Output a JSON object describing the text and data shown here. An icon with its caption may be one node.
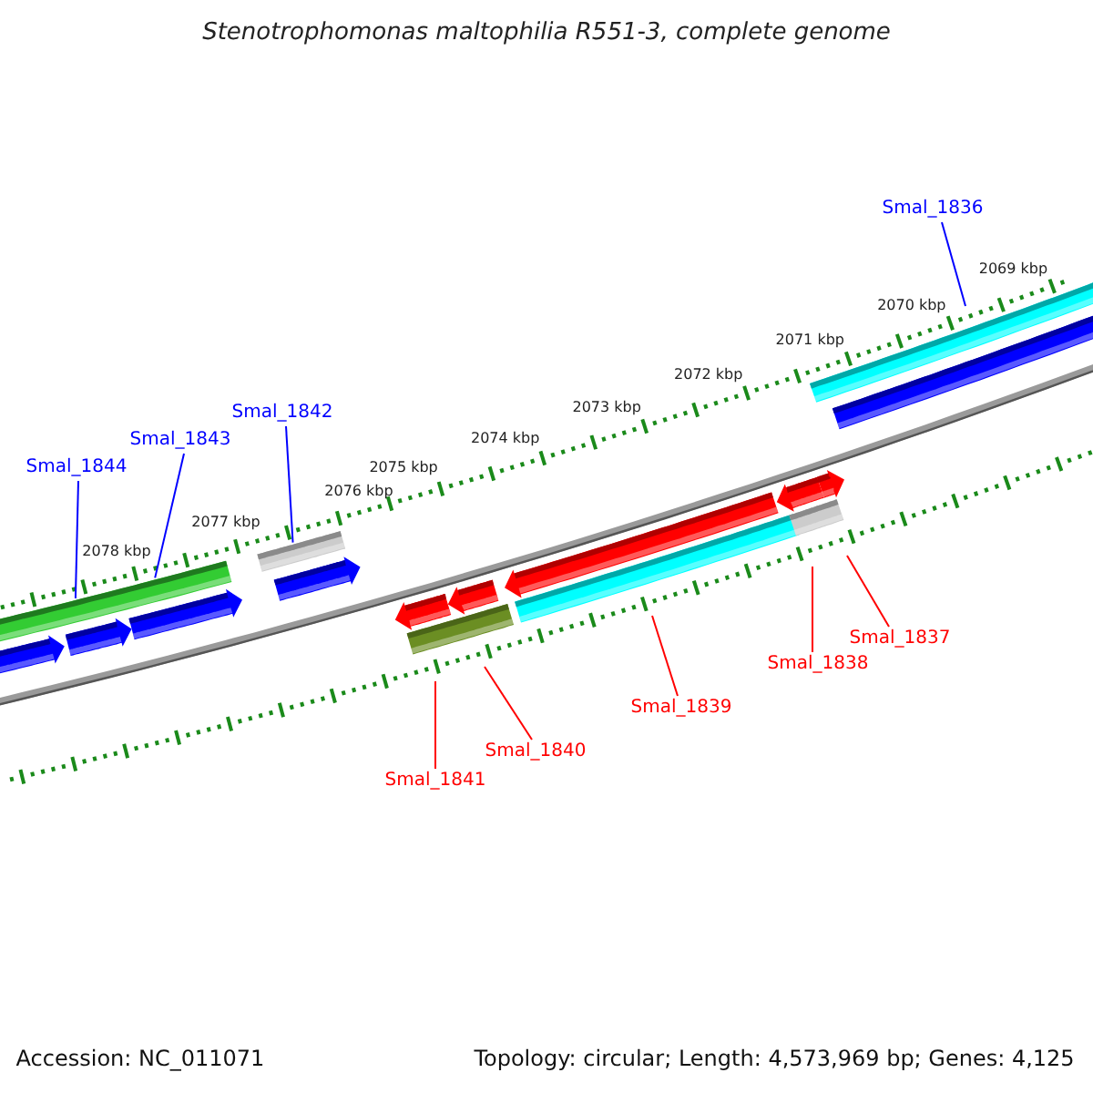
{
  "diagram": {
    "title": "Stenotrophomonas maltophilia R551-3, complete genome",
    "nodes": [
      {
        "text": [
          "Smal_1836"
        ]
      },
      {
        "text": [
          "Smal_1842"
        ]
      },
      {
        "text": [
          "Smal_1843"
        ]
      },
      {
        "text": [
          "Smal_1844"
        ]
      },
      {
        "text": [
          "Smal_1837"
        ]
      },
      {
        "text": [
          "Smal_1838"
        ]
      },
      {
        "text": [
          "Smal_1839"
        ]
      },
      {
        "text": [
          "Smal_1840"
        ]
      },
      {
        "text": [
          "Smal_1841"
        ]
      }
    ],
    "edges": [
      {
        "from": 0,
        "to": null,
        "arrow": "none",
        "color": "#0000ff"
      },
      {
        "from": 1,
        "to": null,
        "arrow": "none",
        "color": "#0000ff"
      },
      {
        "from": 2,
        "to": null,
        "arrow": "none",
        "color": "#0000ff"
      },
      {
        "from": 3,
        "to": null,
        "arrow": "none",
        "color": "#0000ff"
      },
      {
        "from": 4,
        "to": null,
        "arrow": "none"
      },
      {
        "from": 5,
        "to": null,
        "arrow": "none"
      },
      {
        "from": 6,
        "to": null,
        "arrow": "none"
      },
      {
        "from": 7,
        "to": null,
        "arrow": "none"
      },
      {
        "from": 8,
        "to": null,
        "arrow": "none"
      }
    ],
    "labels": [
      "2069 kbp",
      "2070 kbp",
      "2071 kbp",
      "2072 kbp",
      "2073 kbp",
      "2074 kbp",
      "2075 kbp",
      "2076 kbp",
      "2077 kbp",
      "2078 kbp",
      "Accession: NC_011071",
      "Topology: circular; Length: 4,573,969 bp; Genes: 4,125"
    ]
  }
}
